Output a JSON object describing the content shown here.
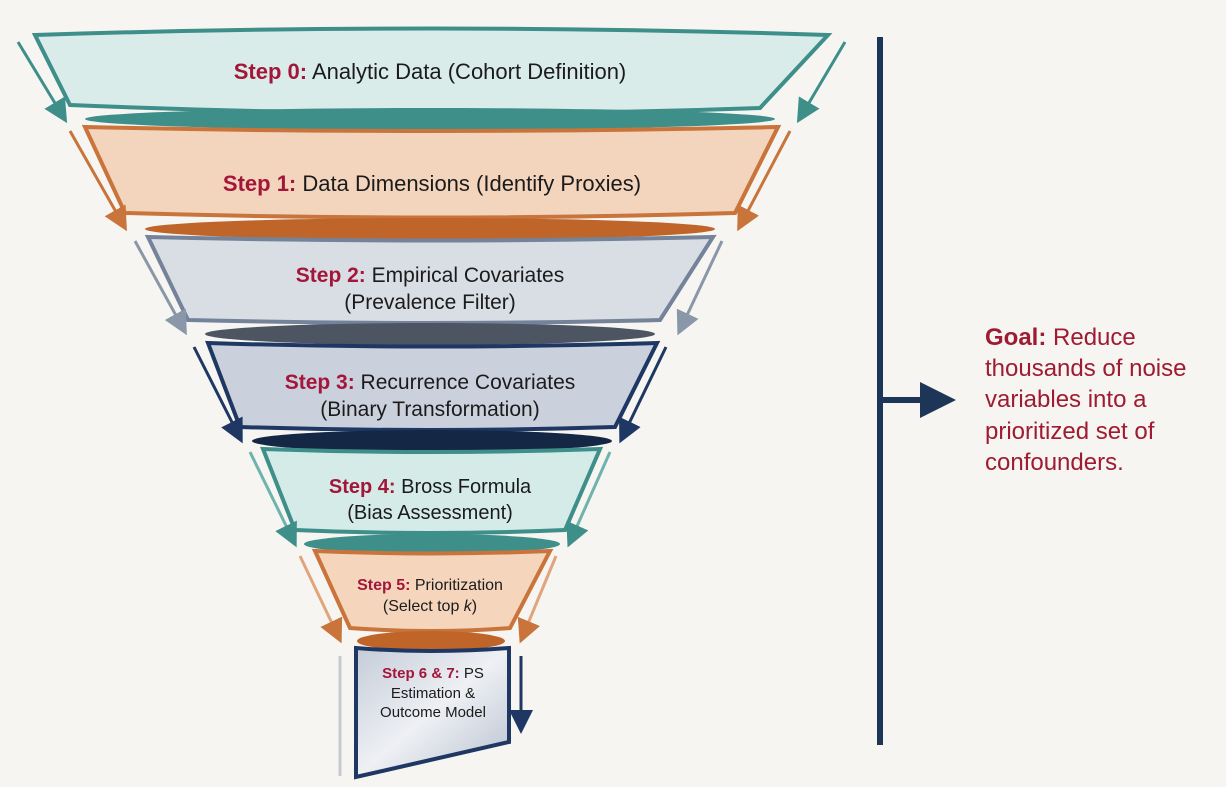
{
  "steps": [
    {
      "label": "Step 0:",
      "text": "Analytic Data (Cohort Definition)"
    },
    {
      "label": "Step 1:",
      "text": "Data Dimensions (Identify Proxies)"
    },
    {
      "label": "Step 2:",
      "text": "Empirical Covariates",
      "text2": "(Prevalence Filter)"
    },
    {
      "label": "Step 3:",
      "text": "Recurrence Covariates",
      "text2": "(Binary Transformation)"
    },
    {
      "label": "Step 4:",
      "text": "Bross Formula",
      "text2": "(Bias Assessment)"
    },
    {
      "label": "Step 5:",
      "text": "Prioritization",
      "text2a": "(Select top ",
      "text2k": "k",
      "text2b": ")"
    },
    {
      "label": "Step 6 & 7:",
      "text": "PS",
      "text2": "Estimation &",
      "text3": "Outcome Model"
    }
  ],
  "goal": {
    "label": "Goal:",
    "text": "Reduce thousands of noise variables into a prioritized set of confounders."
  },
  "colors": {
    "teal": "#3e8e8a",
    "orange": "#c8743a",
    "gray": "#74839a",
    "navy": "#1f3763",
    "accent": "#a3163a"
  }
}
